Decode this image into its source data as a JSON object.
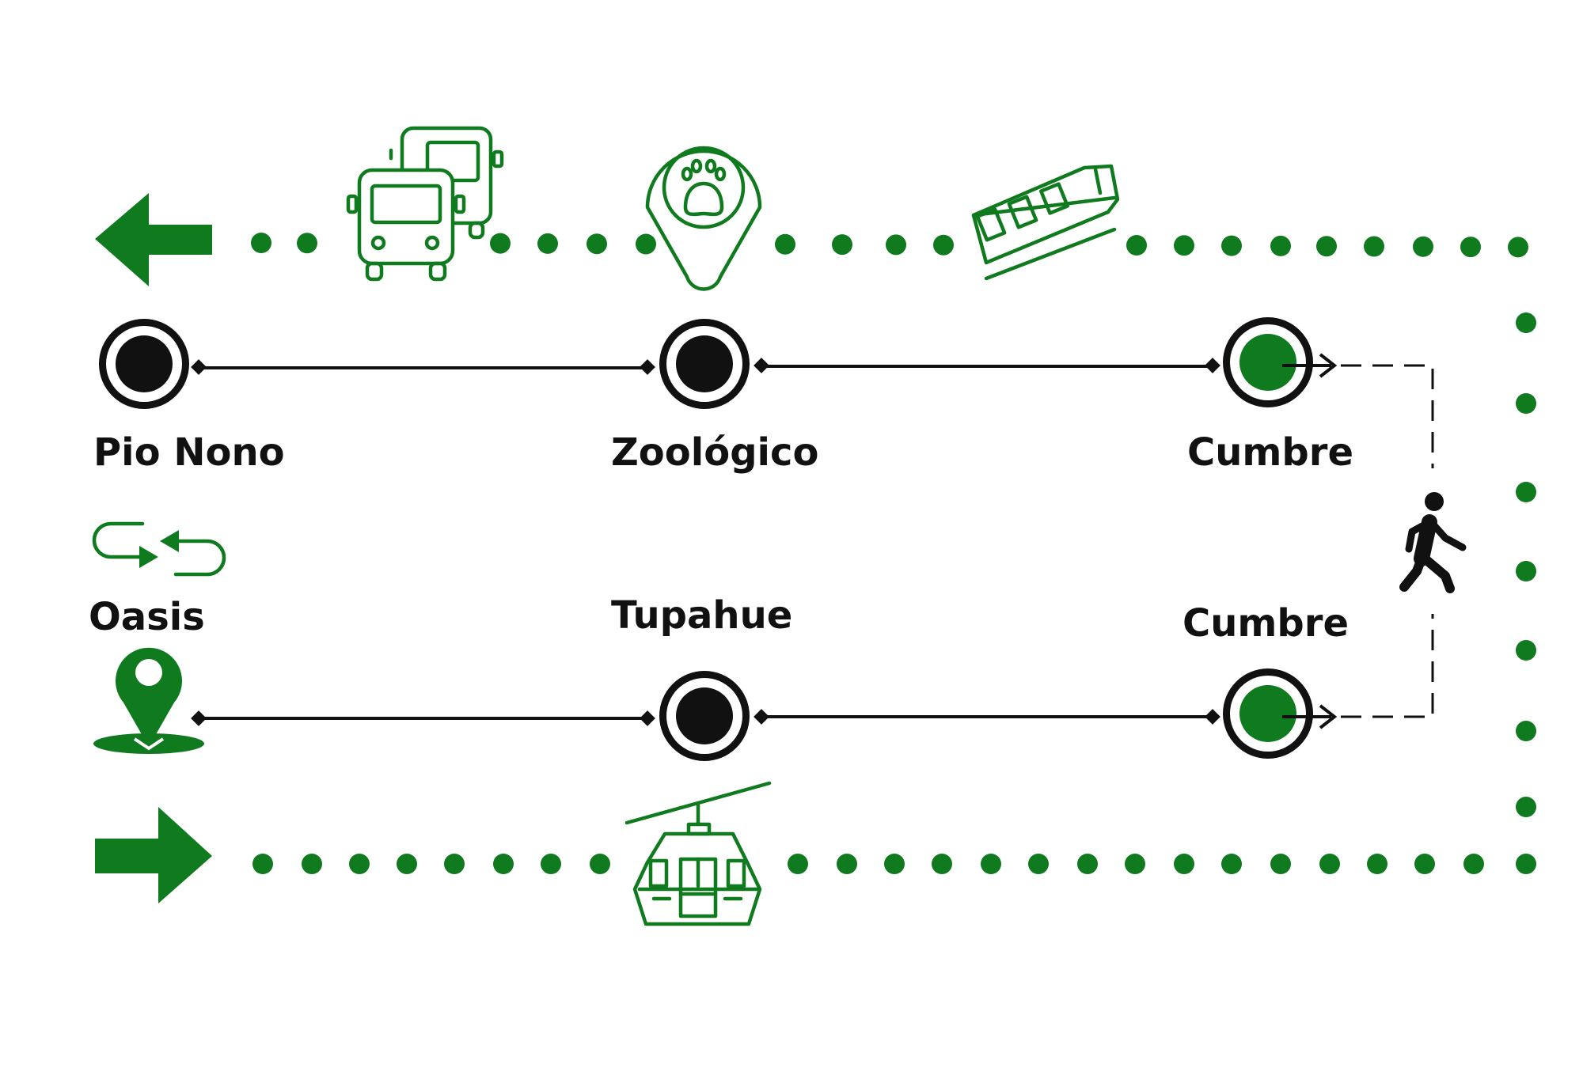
{
  "colors": {
    "green": "#0f7a1e",
    "black": "#111111"
  },
  "stations": {
    "pio_nono": "Pio Nono",
    "zoologico": "Zoológico",
    "cumbre_upper": "Cumbre",
    "oasis": "Oasis",
    "tupahue": "Tupahue",
    "cumbre_lower": "Cumbre"
  },
  "icons": {
    "bus": "bus-icon",
    "zoo": "zoo-paw-pin-icon",
    "funicular": "funicular-icon",
    "transfer": "transfer-arrows-icon",
    "location": "location-pin-icon",
    "cable_car": "cable-car-icon",
    "walk": "walking-person-icon",
    "arrow_left": "arrow-left-icon",
    "arrow_right": "arrow-right-icon"
  }
}
